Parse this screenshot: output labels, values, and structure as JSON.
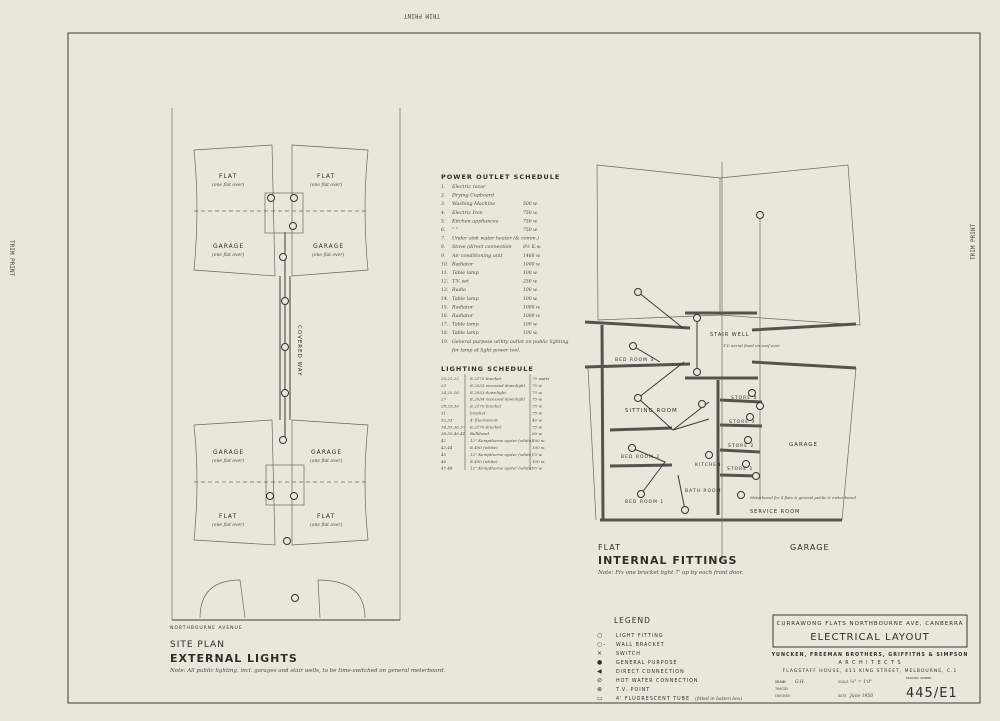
{
  "trim_print": "TRIM PRINT",
  "site_plan": {
    "flat_label": "FLAT",
    "flat_note": "(one flat over)",
    "garage_label": "GARAGE",
    "garage_note": "(one flat over)",
    "walkway": "COVERED WAY",
    "street": "NORTHBOURNE AVENUE",
    "title1": "SITE PLAN",
    "title2": "EXTERNAL LIGHTS",
    "note": "Note: All public lighting, incl. garages and stair wells, to be time-switched on general meterboard."
  },
  "power_schedule": {
    "title": "POWER OUTLET SCHEDULE",
    "rows": [
      [
        "1.",
        "Electric razor",
        ""
      ],
      [
        "2.",
        "Drying Cupboard",
        ""
      ],
      [
        "3.",
        "Washing Machine",
        "500 w."
      ],
      [
        "4.",
        "Electric Iron",
        "750 w."
      ],
      [
        "5.",
        "Kitchen appliances",
        "750 w."
      ],
      [
        "6.",
        "\"   \"",
        "750 w."
      ],
      [
        "7.",
        "Under sink water heater (& comm.)",
        ""
      ],
      [
        "8.",
        "Stove (direct connection",
        "8½ K.w."
      ],
      [
        "9.",
        "Air conditioning unit",
        "1460 w."
      ],
      [
        "10.",
        "Radiator",
        "1000 w."
      ],
      [
        "11.",
        "Table lamp",
        "100 w."
      ],
      [
        "12.",
        "T.V. set",
        "250 w."
      ],
      [
        "13.",
        "Radio",
        "100 w."
      ],
      [
        "14.",
        "Table lamp",
        "100 w."
      ],
      [
        "15.",
        "Radiator",
        "1000 w."
      ],
      [
        "16.",
        "Radiator",
        "1000 w."
      ],
      [
        "17.",
        "Table lamp",
        "100 w."
      ],
      [
        "18.",
        "Table lamp",
        "100 w."
      ],
      [
        "19.",
        "General purpose utility outlet on public lighting",
        ""
      ],
      [
        "",
        "for lamp at light power tool.",
        ""
      ]
    ]
  },
  "lighting_schedule": {
    "title": "LIGHTING SCHEDULE",
    "rows": [
      [
        "20,21,22",
        "E.2170 bracket",
        "75 watts"
      ],
      [
        "23",
        "E.2033 recessed downlight",
        "75 w."
      ],
      [
        "24,25,26",
        "E.2033 downlight",
        "75 w."
      ],
      [
        "27",
        "E.2034 recessed downlight",
        "75 w."
      ],
      [
        "28,29,30",
        "E.2170 bracket",
        "75 w."
      ],
      [
        "31",
        "bracket",
        "75 w."
      ],
      [
        "32,33",
        "4' fluorescent",
        "40 w."
      ],
      [
        "34,35,36,37",
        "E.2170 bracket",
        "75 w."
      ],
      [
        "38,39,40,41",
        "Bulkhead",
        "60 w."
      ],
      [
        "42",
        "12\" Kempthorne oyster (white)",
        "100 w."
      ],
      [
        "43,44",
        "E.490 (white)",
        "100 w."
      ],
      [
        "45",
        "12\" Kempthorne oyster (white)",
        "75 w."
      ],
      [
        "46",
        "E.490 (white)",
        "100 w."
      ],
      [
        "47,48",
        "12\" Kempthorne oyster (white)",
        "75 w."
      ]
    ]
  },
  "internal": {
    "rooms": [
      "STAIR WELL",
      "BED ROOM 3",
      "SITTING ROOM",
      "BED ROOM 2",
      "BED ROOM 1",
      "KITCHEN",
      "BATH ROOM",
      "STORE 4",
      "STORE 3",
      "STORE 2",
      "STORE 1",
      "GARAGE",
      "SERVICE ROOM"
    ],
    "tv_note": "T.V. aerial fixed on roof over",
    "meter_note": "Meterboard for 4 flats & general public & meter board",
    "flat_label": "FLAT",
    "garage_label": "GARAGE",
    "title": "INTERNAL FITTINGS",
    "note": "Note: Fix one bracket light 7' up by each front door."
  },
  "legend": {
    "title": "LEGEND",
    "items": [
      {
        "symbol": "○",
        "label": "LIGHT FITTING"
      },
      {
        "symbol": "○-",
        "label": "WALL BRACKET"
      },
      {
        "symbol": "×",
        "label": "SWITCH"
      },
      {
        "symbol": "●",
        "label": "GENERAL PURPOSE"
      },
      {
        "symbol": "◀",
        "label": "DIRECT CONNECTION"
      },
      {
        "symbol": "⊘",
        "label": "HOT WATER CONNECTION"
      },
      {
        "symbol": "⊗",
        "label": "T.V. POINT"
      },
      {
        "symbol": "▭",
        "label": "4' FLUORESCENT TUBE"
      }
    ],
    "tube_note": "(fitted in batten box)"
  },
  "title_block": {
    "project": "CURRAWONG FLATS NORTHBOURNE AVE, CANBERRA",
    "title": "ELECTRICAL LAYOUT",
    "firm": "YUNCKEN, FREEMAN BROTHERS, GRIFFITHS & SIMPSON",
    "role": "A R C H I T E C T S",
    "address": "FLAGSTAFF HOUSE, 411 KING STREET, MELBOURNE, C.1",
    "drawn_label": "DRAWN",
    "drawn": "G.H.",
    "traced_label": "TRACED",
    "checked_label": "CHECKED",
    "scale_label": "SCALE",
    "scale": "⅛\" = 1'0\"",
    "date_label": "DATE",
    "date": "June 1950",
    "drawing_no_label": "DRAWING NUMBER",
    "drawing_no": "445/E1"
  }
}
